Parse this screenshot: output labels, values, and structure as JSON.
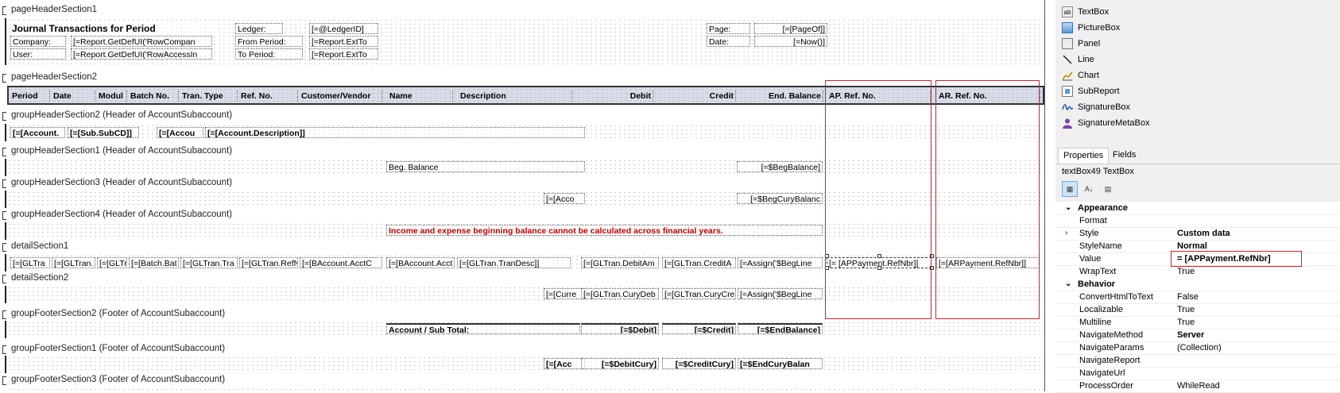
{
  "sections": {
    "page_header_1": "pageHeaderSection1",
    "page_header_2": "pageHeaderSection2",
    "group_header_2": "groupHeaderSection2 (Header of AccountSubaccount)",
    "group_header_1": "groupHeaderSection1 (Header of AccountSubaccount)",
    "group_header_3": "groupHeaderSection3 (Header of AccountSubaccount)",
    "group_header_4": "groupHeaderSection4 (Header of AccountSubaccount)",
    "detail_1": "detailSection1",
    "detail_2": "detailSection2",
    "group_footer_2": "groupFooterSection2 (Footer of AccountSubaccount)",
    "group_footer_1": "groupFooterSection1 (Footer of AccountSubaccount)",
    "group_footer_3": "groupFooterSection3 (Footer of AccountSubaccount)"
  },
  "page_header": {
    "title": "Journal Transactions for Period",
    "company_label": "Company:",
    "company_value": "[=Report.GetDefUI('RowCompan",
    "user_label": "User:",
    "user_value": "[=Report.GetDefUI('RowAccessIn",
    "ledger_label": "Ledger:",
    "ledger_value": "[=@LedgerID]",
    "from_label": "From Period:",
    "from_value": "[=Report.ExtTo",
    "to_label": "To Period:",
    "to_value": "[=Report.ExtTo",
    "page_label": "Page:",
    "page_value": "[=[PageOf]]",
    "date_label": "Date:",
    "date_value": "[=Now()]"
  },
  "columns": [
    "Period",
    "Date",
    "Modul",
    "Batch No.",
    "Tran. Type",
    "Ref. No.",
    "Customer/Vendor",
    "Name",
    "Description",
    "Debit",
    "Credit",
    "End. Balance",
    "AP. Ref. No.",
    "AR. Ref. No."
  ],
  "group_header_2_fields": [
    "[=[Account.",
    "[=[Sub.SubCD]]",
    "[=[Accou",
    "[=[Account.Description]]"
  ],
  "group_header_1_fields": {
    "label": "Beg. Balance",
    "value": "[=$BegBalance]"
  },
  "group_header_3_fields": {
    "acct": "[=[Acco",
    "value": "[=$BegCuryBalanc"
  },
  "group_header_4_text": "Income and expense beginning balance cannot be calculated across financial years.",
  "detail_1_fields": [
    "[=[GLTra",
    "[=[GLTran.",
    "[=[GLTr",
    "[=[Batch.Bat",
    "[=[GLTran.Tra",
    "[=[GLTran.RefN",
    "[=[BAccount.AcctC",
    "[=[BAccount.Acct",
    "[=[GLTran.TranDesc]]",
    "[=[GLTran.DebitAm",
    "[=[GLTran.CreditA",
    "[=Assign('$BegLine",
    "[= [APPayment.RefNbr]]",
    "[=[ARPayment.RefNbr]]"
  ],
  "detail_2_fields": [
    "[=[Curre",
    "[=[GLTran.CuryDeb",
    "[=[GLTran.CuryCre",
    "[=Assign('$BegLine"
  ],
  "group_footer_2_fields": {
    "label": "Account / Sub Total:",
    "debit": "[=$Debit]",
    "credit": "[=$Credit]",
    "end": "[=$EndBalance]"
  },
  "group_footer_1_fields": {
    "acct": "[=[Acc",
    "debit": "[=$DebitCury]",
    "credit": "[=$CreditCury]",
    "end": "[=$EndCuryBalan"
  },
  "toolbox": [
    "TextBox",
    "PictureBox",
    "Panel",
    "Line",
    "Chart",
    "SubReport",
    "SignatureBox",
    "SignatureMetaBox"
  ],
  "tabs": [
    "Properties",
    "Fields"
  ],
  "selected_object": "textBox49 TextBox",
  "properties": [
    {
      "kind": "cat",
      "name": "Appearance"
    },
    {
      "kind": "prop",
      "name": "Format",
      "value": ""
    },
    {
      "kind": "prop",
      "name": "Style",
      "value": "Custom data",
      "bold": true,
      "expand": true
    },
    {
      "kind": "prop",
      "name": "StyleName",
      "value": "Normal",
      "bold": true
    },
    {
      "kind": "prop",
      "name": "Value",
      "value": "= [APPayment.RefNbr]",
      "bold": true
    },
    {
      "kind": "prop",
      "name": "WrapText",
      "value": "True"
    },
    {
      "kind": "cat",
      "name": "Behavior"
    },
    {
      "kind": "prop",
      "name": "ConvertHtmlToText",
      "value": "False"
    },
    {
      "kind": "prop",
      "name": "Localizable",
      "value": "True"
    },
    {
      "kind": "prop",
      "name": "Multiline",
      "value": "True"
    },
    {
      "kind": "prop",
      "name": "NavigateMethod",
      "value": "Server",
      "bold": true
    },
    {
      "kind": "prop",
      "name": "NavigateParams",
      "value": "(Collection)"
    },
    {
      "kind": "prop",
      "name": "NavigateReport",
      "value": ""
    },
    {
      "kind": "prop",
      "name": "NavigateUrl",
      "value": ""
    },
    {
      "kind": "prop",
      "name": "ProcessOrder",
      "value": "WhileRead"
    }
  ],
  "colors": {
    "accent_red": "#d0232a",
    "header_band": "#d7dce8",
    "dark_red_text": "#c00000"
  }
}
